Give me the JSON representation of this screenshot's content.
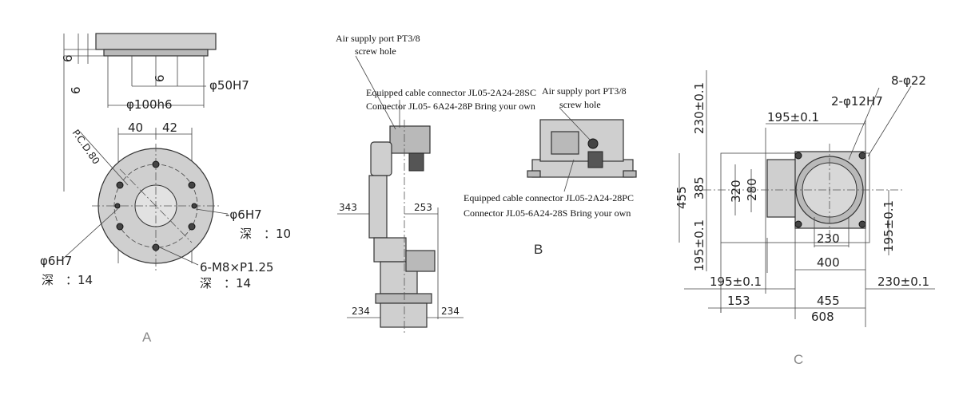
{
  "panel_a": {
    "caption": "A",
    "dim_6_top": "6",
    "dim_6_mid": "6",
    "dim_shaft": "φ50H7",
    "dim_flange": "φ100h6",
    "dim_40": "40",
    "dim_42": "42",
    "dim_pcd": "P.C.D.80",
    "dim_pin_hole_right": "-φ6H7",
    "depth_right": "深　：10",
    "dim_pin_hole_left": "φ6H7",
    "depth_left": "深　：14",
    "dim_tap": "6-M8×P1.25",
    "depth_tap": "深　：14"
  },
  "panel_b": {
    "caption": "B",
    "air_port_1": "Air supply port  PT3/8",
    "air_port_1b": "screw hole",
    "cable_1": "Equipped cable connector JL05-2A24-28SC",
    "conn_1": "Connector JL05- 6A24-28P  Bring your own",
    "air_port_2": "Air supply port  PT3/8",
    "air_port_2b": "screw hole",
    "cable_2": "Equipped cable connector  JL05-2A24-28PC",
    "conn_2": "Connector  JL05-6A24-28S  Bring your own",
    "dim_343": "343",
    "dim_253": "253",
    "dim_234_left": "234",
    "dim_234_right": "234"
  },
  "panel_c": {
    "caption": "C",
    "dim_8phi22": "8-φ22",
    "dim_2phi12": "2-φ12H7",
    "dim_195_top": "195±0.1",
    "dim_230_v": "230±0.1",
    "dim_455_v": "455",
    "dim_385": "385",
    "dim_320": "320",
    "dim_280": "280",
    "dim_195_v": "195±0.1",
    "dim_195_right": "195±0.1",
    "dim_230": "230",
    "dim_400": "400",
    "dim_195_bl": "195±0.1",
    "dim_230_br": "230±0.1",
    "dim_153": "153",
    "dim_455_h": "455",
    "dim_608": "608"
  }
}
